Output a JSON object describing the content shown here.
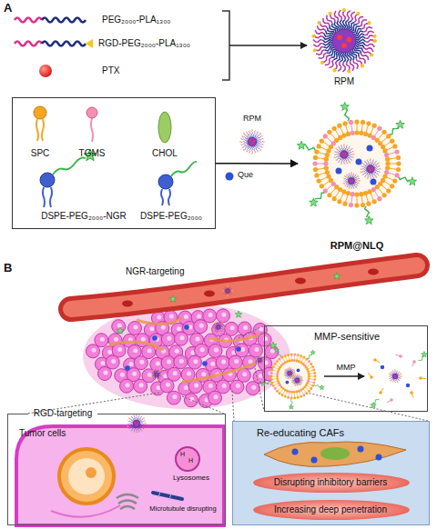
{
  "diagram": {
    "nodes": [
      {
        "text": [
          "RPM"
        ]
      },
      {
        "text": [
          "SPC",
          "TGMS",
          "CHOL",
          "DSPE-PEG₂₀₀₀-NGR",
          "DSPE-PEG₂₀₀₀"
        ]
      },
      {
        "text": [
          "RPM@NLQ"
        ]
      },
      {
        "text": [
          "MMP-sensitive",
          "MMP"
        ]
      },
      {
        "text": [
          "RGD-targeting",
          "Tumor cells",
          "Lysosomes",
          "Microtubule disrupting"
        ]
      },
      {
        "text": [
          "Re-educating CAFs"
        ]
      },
      {
        "text": [
          "Disrupting inhibitory barriers"
        ],
        "in": 5
      },
      {
        "text": [
          "Increasing deep penetration"
        ],
        "in": 5
      }
    ],
    "edges": [
      {
        "from": 1,
        "to": 2,
        "arrow": "to"
      }
    ],
    "labels": [
      "A",
      "PEG₂₀₀₀-PLA₁₃₀₀",
      "RGD-PEG₂₀₀₀-PLA₁₃₀₀",
      "PTX",
      "RPM",
      "Que",
      "B",
      "NGR-targeting",
      "H",
      "H"
    ]
  }
}
